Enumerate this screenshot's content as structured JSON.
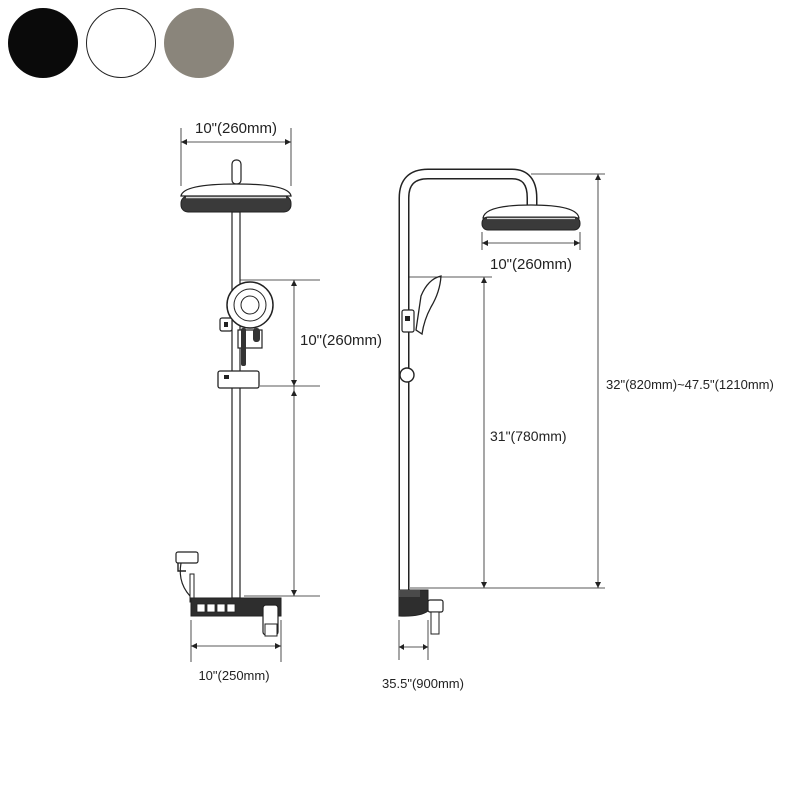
{
  "swatches": [
    {
      "name": "black",
      "color": "#0a0a0a"
    },
    {
      "name": "white",
      "color": "#ffffff"
    },
    {
      "name": "gray",
      "color": "#8a857b"
    }
  ],
  "front_view": {
    "head_width": "10\"(260mm)",
    "handset_height": "10\"(260mm)",
    "base_width": "10\"(250mm)"
  },
  "side_view": {
    "head_width": "10\"(260mm)",
    "handset_height": "31\"(780mm)",
    "total_height": "32\"(820mm)~47.5\"(1210mm)",
    "base_depth": "35.5\"(900mm)"
  }
}
